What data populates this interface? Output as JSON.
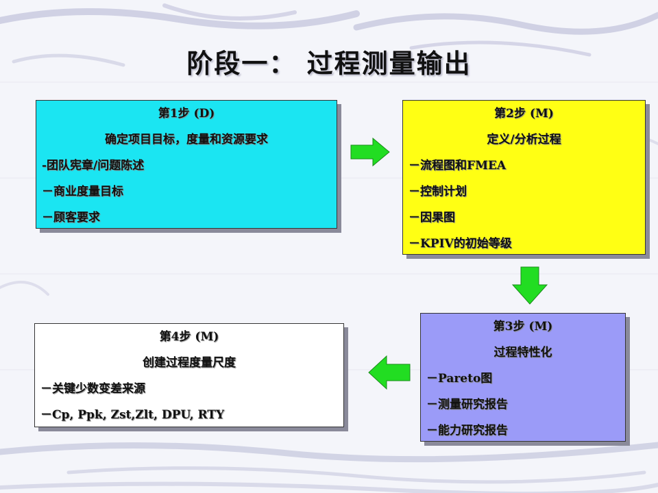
{
  "slide": {
    "title": "阶段一： 过程测量输出"
  },
  "boxes": {
    "step1": {
      "heading": "第1步      (D)",
      "subtitle": "确定项目目标，度量和资源要求",
      "items": [
        "-团队宪章/问题陈述",
        "－商业度量目标",
        "－顾客要求"
      ],
      "color": "#1be5f2"
    },
    "step2": {
      "heading": "第2步      (M)",
      "subtitle": "定义/分析过程",
      "items": [
        "－流程图和FMEA",
        "－控制计划",
        "－因果图",
        "－KPIV的初始等级"
      ],
      "color": "#ffff14"
    },
    "step3": {
      "heading": "第3步      (M)",
      "subtitle": "过程特性化",
      "items": [
        "－Pareto图",
        "－测量研究报告",
        "－能力研究报告"
      ],
      "color": "#9b9bf8"
    },
    "step4": {
      "heading": "第4步      (M)",
      "subtitle": "创建过程度量尺度",
      "items": [
        "－关键少数变差来源",
        "－Cp, Ppk, Zst,Zlt, DPU, RTY"
      ],
      "color": "#ffffff"
    }
  },
  "arrows": [
    {
      "name": "arrow-right",
      "direction": "right",
      "color": "#22dd22"
    },
    {
      "name": "arrow-down",
      "direction": "down",
      "color": "#22dd22"
    },
    {
      "name": "arrow-left",
      "direction": "left",
      "color": "#22dd22"
    }
  ]
}
